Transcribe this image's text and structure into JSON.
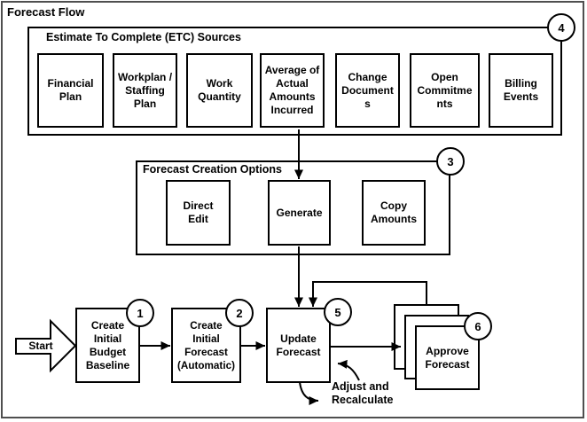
{
  "title": "Forecast Flow",
  "etc_sources": {
    "label": "Estimate To Complete (ETC) Sources",
    "badge": "4",
    "items": [
      "Financial Plan",
      "Workplan / Staffing Plan",
      "Work Quantity",
      "Average of Actual Amounts Incurred",
      "Change Documents",
      "Open Commitments",
      "Billing Events"
    ]
  },
  "creation_options": {
    "label": "Forecast Creation Options",
    "badge": "3",
    "items": [
      "Direct Edit",
      "Generate",
      "Copy Amounts"
    ]
  },
  "flow": {
    "start_label": "Start",
    "create_baseline": {
      "label": "Create Initial Budget Baseline",
      "badge": "1"
    },
    "create_forecast": {
      "label": "Create Initial Forecast (Automatic)",
      "badge": "2"
    },
    "update_forecast": {
      "label": "Update Forecast",
      "badge": "5"
    },
    "approve_forecast": {
      "label": "Approve Forecast",
      "badge": "6"
    },
    "adjust_label": "Adjust and Recalculate"
  },
  "colors": {
    "line": "#000000",
    "fill": "#ffffff",
    "outer_border": "#4f4f4f"
  }
}
